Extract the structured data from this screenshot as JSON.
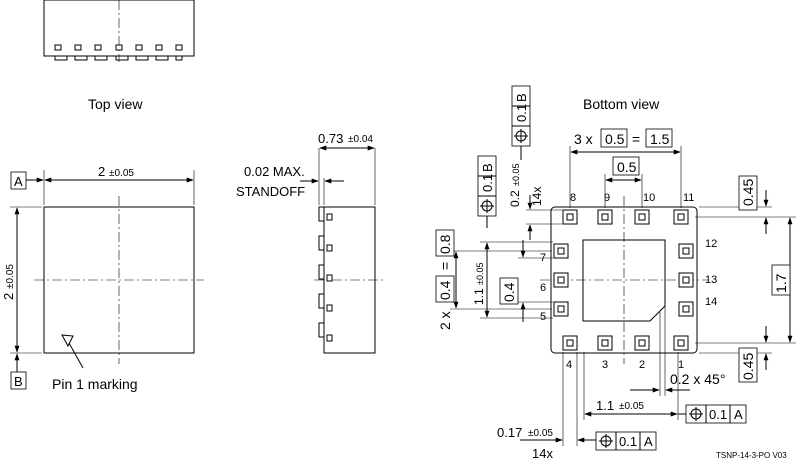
{
  "views": {
    "top_view_label": "Top view",
    "bottom_view_label": "Bottom view"
  },
  "datums": {
    "a": "A",
    "b": "B"
  },
  "top": {
    "width_dim": "2",
    "width_tol": "±0.05",
    "height_dim": "2",
    "height_tol": "±0.05",
    "pin1_label": "Pin 1 marking"
  },
  "side": {
    "thickness_dim": "0.73",
    "thickness_tol": "±0.04",
    "standoff_line1": "0.02 MAX.",
    "standoff_line2": "STANDOFF"
  },
  "bottom": {
    "pitch_prefix": "3 x",
    "pitch_value": "0.5",
    "pitch_eq": "=",
    "pitch_total": "1.5",
    "pitch_single": "0.5",
    "pad_len_dim": "0.2",
    "pad_len_tol": "±0.05",
    "count_14x": "14x",
    "fcf_top_tol": "0.1",
    "fcf_top_datum": "B",
    "fcf_left_tol": "0.1",
    "fcf_left_datum": "B",
    "left_pitch_prefix": "2 x",
    "left_pitch_value": "0.4",
    "left_pitch_eq": "=",
    "left_pitch_total": "0.8",
    "pad_row_dim": "1.1",
    "pad_row_tol": "±0.05",
    "center_dim": "0.4",
    "right_top": "0.45",
    "right_mid": "1.7",
    "right_bottom": "0.45",
    "chamfer": "0.2 x 45°",
    "pad_col_dim": "1.1",
    "pad_col_tol": "±0.05",
    "fcf_mid_tol": "0.1",
    "fcf_mid_datum": "A",
    "pad_w_dim": "0.17",
    "pad_w_tol": "±0.05",
    "count_14x_bottom": "14x",
    "fcf_bottom_tol": "0.1",
    "fcf_bottom_datum": "A",
    "pins": [
      "1",
      "2",
      "3",
      "4",
      "5",
      "6",
      "7",
      "8",
      "9",
      "10",
      "11",
      "12",
      "13",
      "14"
    ]
  },
  "footer": {
    "code": "TSNP-14-3-PO   V03"
  }
}
